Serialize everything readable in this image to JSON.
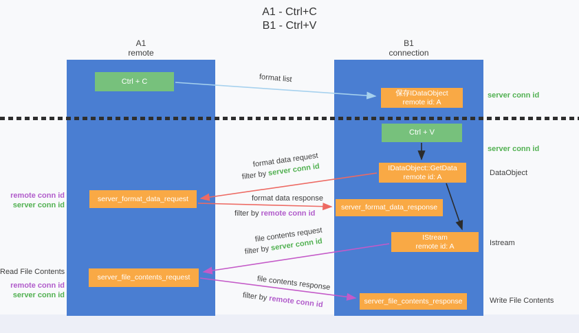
{
  "title": {
    "line1": "A1 - Ctrl+C",
    "line2": "B1 - Ctrl+V"
  },
  "lifelines": {
    "left": {
      "name": "A1",
      "role": "remote"
    },
    "right": {
      "name": "B1",
      "role": "connection"
    }
  },
  "nodes": {
    "ctrl_c": {
      "label": "Ctrl + C"
    },
    "ctrl_v": {
      "label": "Ctrl + V"
    },
    "save_dataobject": {
      "line1": "保存IDataObject",
      "line2": "remote id: A"
    },
    "getdata": {
      "line1": "IDataObject::GetData",
      "line2": "remote id: A"
    },
    "istream": {
      "line1": "IStream",
      "line2": "remote id: A"
    },
    "format_request": {
      "label": "server_format_data_request"
    },
    "format_response": {
      "label": "server_format_data_response"
    },
    "file_request": {
      "label": "server_file_contents_request"
    },
    "file_response": {
      "label": "server_file_contents_response"
    }
  },
  "right_labels": {
    "server_conn_id_top": "server conn id",
    "server_conn_id_mid": "server conn id",
    "dataobject": "DataObject",
    "istream": "Istream",
    "write_file_contents": "Write File Contents"
  },
  "left_labels": {
    "remote_conn_id_1": "remote conn id",
    "server_conn_id_1": "server conn id",
    "read_file_contents": "Read File Contents",
    "remote_conn_id_2": "remote conn id",
    "server_conn_id_2": "server conn id"
  },
  "arrow_labels": {
    "format_list": "format list",
    "format_data_request": "format data request",
    "filter_prefix_1": "filter by ",
    "filter_value_1": "server conn id",
    "format_data_response": "format data response",
    "filter_prefix_2": "filter by ",
    "filter_value_2": "remote conn id",
    "file_contents_request": "file contents request",
    "filter_prefix_3": "filter by ",
    "filter_value_3": "server conn id",
    "file_contents_response": "file contents response",
    "filter_prefix_4": "filter by ",
    "filter_value_4": "remote conn id"
  },
  "colors": {
    "lifeline_blue": "#4a7ed2",
    "node_green": "#77c17c",
    "node_orange": "#f9a945",
    "label_green": "#52b152",
    "label_purple": "#b15ccb",
    "arrow_blue": "#a6d1ee",
    "arrow_red": "#ed6a63",
    "arrow_magenta": "#c45ac8",
    "arrow_black": "#2b2b2b",
    "bottom_strip": "#edeff7"
  }
}
